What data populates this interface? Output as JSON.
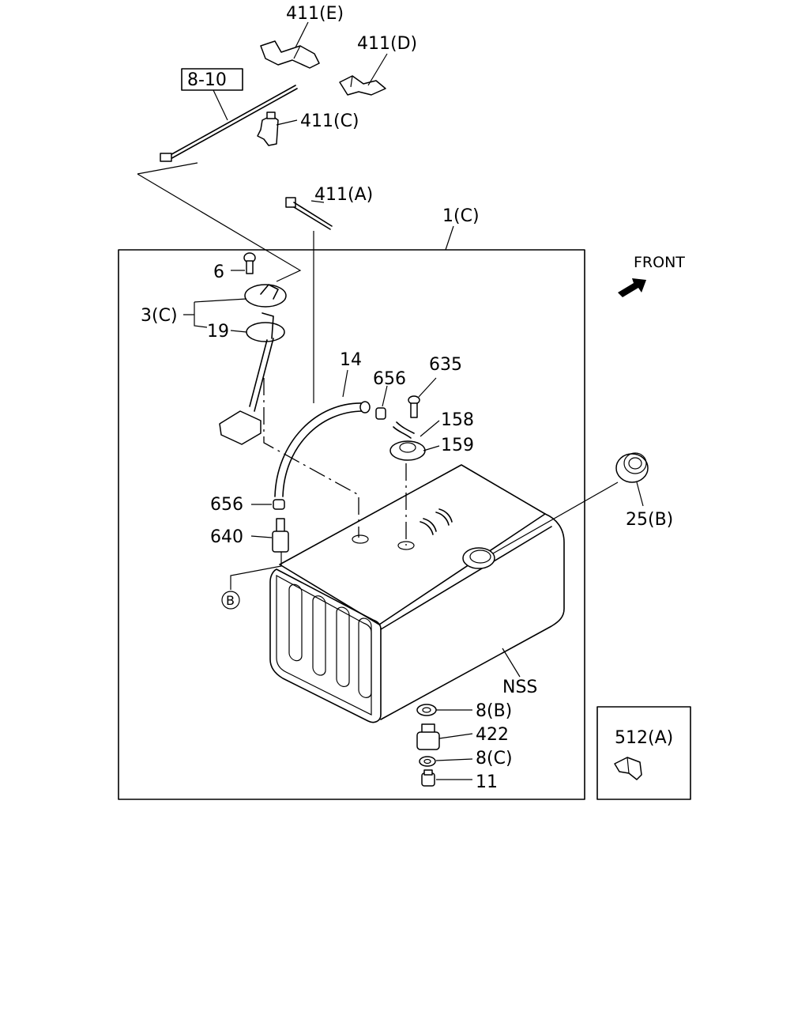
{
  "labels": {
    "p411e": "411(E)",
    "p411d": "411(D)",
    "p810": "8-10",
    "p411c": "411(C)",
    "p411a": "411(A)",
    "p1c": "1(C)",
    "front": "FRONT",
    "p6": "6",
    "p3c": "3(C)",
    "p19": "19",
    "p14": "14",
    "p656top": "656",
    "p635": "635",
    "p158": "158",
    "p159": "159",
    "p25b": "25(B)",
    "p656": "656",
    "p640": "640",
    "circB": "B",
    "nss": "NSS",
    "p8b": "8(B)",
    "p422": "422",
    "p8c": "8(C)",
    "p11": "11",
    "p512a": "512(A)"
  }
}
